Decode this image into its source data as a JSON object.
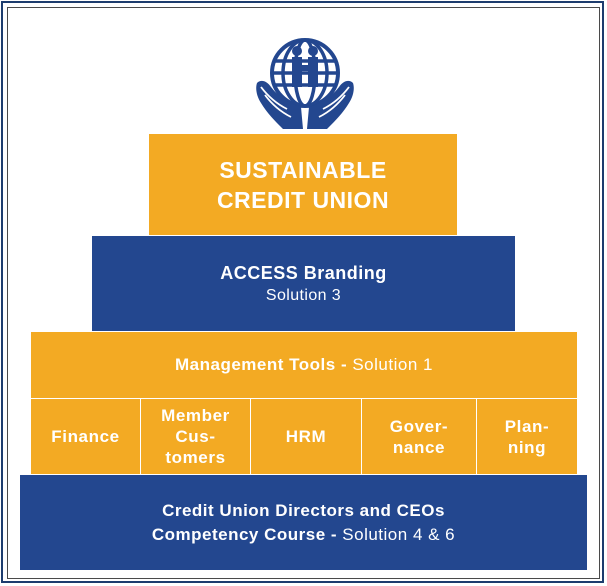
{
  "colors": {
    "gold": "#f3aa23",
    "navy": "#23478f",
    "border": "#1d3c6e",
    "text": "#ffffff"
  },
  "logo": {
    "icon": "globe-in-hands-icon"
  },
  "tiers": {
    "top": {
      "line1": "SUSTAINABLE",
      "line2": "CREDIT UNION"
    },
    "access": {
      "title": "ACCESS Branding",
      "subtitle": "Solution 3"
    },
    "management": {
      "title": "Management Tools -",
      "solution": "Solution 1"
    },
    "tools": {
      "finance": [
        "Finance"
      ],
      "member": [
        "Member",
        "Cus-",
        "tomers"
      ],
      "hrm": [
        "HRM"
      ],
      "governance": [
        "Gover-",
        "nance"
      ],
      "planning": [
        "Plan-",
        "ning"
      ]
    },
    "bottom": {
      "line1": "Credit Union Directors and CEOs",
      "line2_strong": "Competency Course -",
      "line2_light": "Solution 4 & 6"
    }
  }
}
